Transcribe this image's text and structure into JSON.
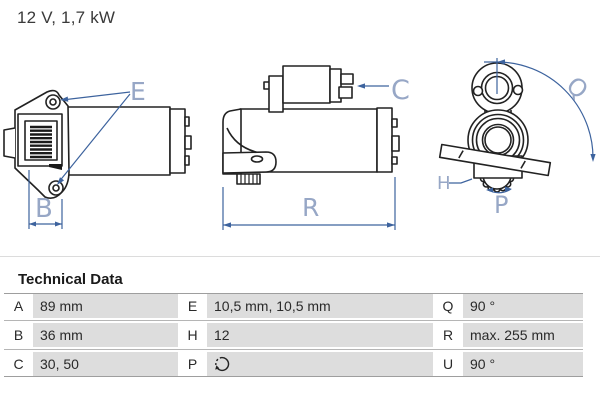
{
  "header": {
    "title": "12 V, 1,7 kW"
  },
  "diagram": {
    "description": "starter-motor three-view technical drawing",
    "line_color": "#222222",
    "dimension_color": "#3d639e",
    "label_color": "#97a7c6",
    "labels": {
      "E": "E",
      "B": "B",
      "C": "C",
      "R": "R",
      "Q": "Q",
      "H": "H",
      "P": "P"
    }
  },
  "table": {
    "title": "Technical Data",
    "cell_bg": "#dddddd",
    "border_color": "#9e9e9e",
    "rows": [
      {
        "cells": [
          {
            "key": "A",
            "value": "89 mm"
          },
          {
            "key": "E",
            "value": "10,5 mm, 10,5 mm"
          },
          {
            "key": "Q",
            "value": "90 °"
          }
        ]
      },
      {
        "cells": [
          {
            "key": "B",
            "value": "36 mm"
          },
          {
            "key": "H",
            "value": "12"
          },
          {
            "key": "R",
            "value": "max. 255 mm"
          }
        ]
      },
      {
        "cells": [
          {
            "key": "C",
            "value": "30, 50"
          },
          {
            "key": "P",
            "value": "",
            "value_icon": "rotation-direction-icon"
          },
          {
            "key": "U",
            "value": "90 °"
          }
        ]
      }
    ]
  }
}
